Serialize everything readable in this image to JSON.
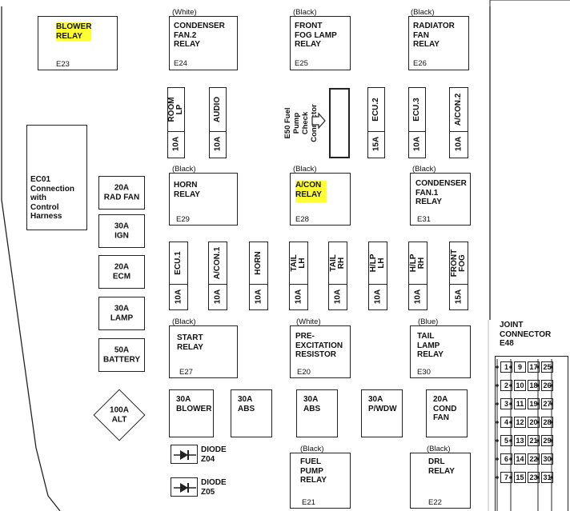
{
  "relays": {
    "blower": {
      "label": "BLOWER\nRELAY",
      "code": "E23"
    },
    "condenser_fan2": {
      "color": "(White)",
      "label": "CONDENSER\nFAN.2\nRELAY",
      "code": "E24"
    },
    "front_fog": {
      "color": "(Black)",
      "label": "FRONT\nFOG LAMP\nRELAY",
      "code": "E25"
    },
    "radiator_fan": {
      "color": "(Black)",
      "label": "RADIATOR\nFAN\nRELAY",
      "code": "E26"
    },
    "horn": {
      "color": "(Black)",
      "label": "HORN\nRELAY",
      "code": "E29"
    },
    "acon": {
      "color": "(Black)",
      "label": "A/CON\nRELAY",
      "code": "E28"
    },
    "condenser_fan1": {
      "color": "(Black)",
      "label": "CONDENSER\nFAN.1\nRELAY",
      "code": "E31"
    },
    "start": {
      "color": "(Black)",
      "label": "START\nRELAY",
      "code": "E27"
    },
    "pre_excitation": {
      "color": "(White)",
      "label": "PRE-\nEXCITATION\nRESISTOR",
      "code": "E20"
    },
    "tail_lamp": {
      "color": "(Blue)",
      "label": "TAIL\nLAMP\nRELAY",
      "code": "E30"
    },
    "fuel_pump": {
      "color": "(Black)",
      "label": "FUEL\nPUMP\nRELAY",
      "code": "E21"
    },
    "drl": {
      "color": "(Black)",
      "label": "DRL\nRELAY",
      "code": "E22"
    }
  },
  "ec01": {
    "label": "EC01\nConnection\nwith\nControl\nHarness"
  },
  "check_connector": {
    "label": "E50 Fuel Pump\nCheck Connector"
  },
  "fuses_top": [
    {
      "name": "ROOM LP",
      "amp": "10A"
    },
    {
      "name": "AUDIO",
      "amp": "10A"
    },
    {
      "name": "ECU.2",
      "amp": "15A"
    },
    {
      "name": "ECU.3",
      "amp": "10A"
    },
    {
      "name": "A/CON.2",
      "amp": "10A"
    }
  ],
  "fuses_mid": [
    {
      "name": "ECU.1",
      "amp": "10A"
    },
    {
      "name": "A/CON.1",
      "amp": "10A"
    },
    {
      "name": "HORN",
      "amp": "10A"
    },
    {
      "name": "TAIL LH",
      "amp": "10A"
    },
    {
      "name": "TAIL RH",
      "amp": "10A"
    },
    {
      "name": "H/LP LH",
      "amp": "10A"
    },
    {
      "name": "H/LP RH",
      "amp": "10A"
    },
    {
      "name": "FRONT\nFOG",
      "amp": "15A"
    }
  ],
  "big_fuses_left": [
    {
      "label": "20A\nRAD FAN"
    },
    {
      "label": "30A\nIGN"
    },
    {
      "label": "20A\nECM"
    },
    {
      "label": "30A\nLAMP"
    },
    {
      "label": "50A\nBATTERY"
    }
  ],
  "alt_fuse": {
    "label": "100A\nALT"
  },
  "bottom_fuses": [
    {
      "label": "30A\nBLOWER"
    },
    {
      "label": "30A\nABS"
    },
    {
      "label": "30A\nABS"
    },
    {
      "label": "30A\nP/WDW"
    },
    {
      "label": "20A\nCOND\nFAN"
    }
  ],
  "diodes": [
    {
      "label": "DIODE",
      "code": "Z04"
    },
    {
      "label": "DIODE",
      "code": "Z05"
    }
  ],
  "joint_connector": {
    "label": "JOINT\nCONNECTOR\nE48",
    "rows": [
      [
        "1",
        "9",
        "17",
        "25"
      ],
      [
        "2",
        "10",
        "18",
        "26"
      ],
      [
        "3",
        "11",
        "19",
        "27"
      ],
      [
        "4",
        "12",
        "20",
        "28"
      ],
      [
        "5",
        "13",
        "21",
        "29"
      ],
      [
        "6",
        "14",
        "22",
        "30"
      ],
      [
        "7",
        "15",
        "23",
        "31"
      ]
    ]
  },
  "colors": {
    "highlight": "#ffff33",
    "line": "#222222"
  }
}
